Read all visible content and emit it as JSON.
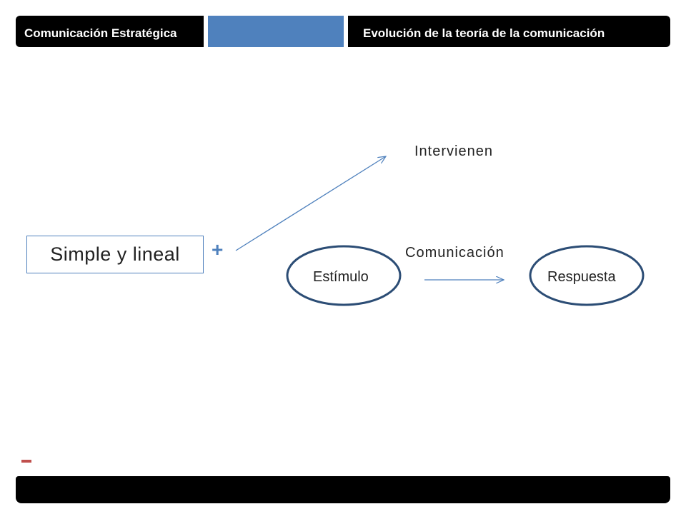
{
  "header": {
    "left_title": "Comunicación Estratégica",
    "right_title": "Evolución de la teoría de la comunicación"
  },
  "diagram": {
    "box_label": "Simple y lineal",
    "plus_symbol": "+",
    "top_label": "Intervienen",
    "middle_label": "Comunicación",
    "left_node": "Estímulo",
    "right_node": "Respuesta"
  },
  "colors": {
    "accent_blue": "#4f81bd",
    "node_outline": "#2c4d75",
    "bar_black": "#000000",
    "minus_red": "#c0504d"
  }
}
